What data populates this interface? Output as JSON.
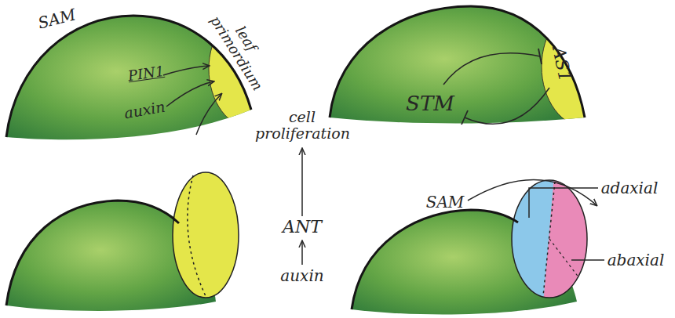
{
  "diagram": {
    "labels": [
      "SAM",
      "leaf primordium",
      "PIN1",
      "auxin",
      "STM",
      "AS1",
      "cell proliferation",
      "ANT",
      "auxin",
      "SAM",
      "adaxial",
      "abaxial"
    ]
  }
}
